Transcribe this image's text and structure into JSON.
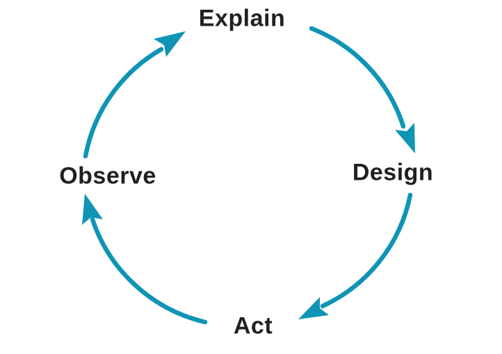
{
  "diagram": {
    "type": "cycle",
    "flow_direction": "clockwise",
    "accent_color": "#1094b5",
    "text_color": "#231f20",
    "background_color": "#ffffff",
    "nodes": [
      {
        "id": "explain",
        "label": "Explain",
        "position": "top"
      },
      {
        "id": "design",
        "label": "Design",
        "position": "right"
      },
      {
        "id": "act",
        "label": "Act",
        "position": "bottom"
      },
      {
        "id": "observe",
        "label": "Observe",
        "position": "left"
      }
    ],
    "arrows": [
      {
        "from": "Explain",
        "to": "Design"
      },
      {
        "from": "Design",
        "to": "Act"
      },
      {
        "from": "Act",
        "to": "Observe"
      },
      {
        "from": "Observe",
        "to": "Explain"
      }
    ]
  }
}
